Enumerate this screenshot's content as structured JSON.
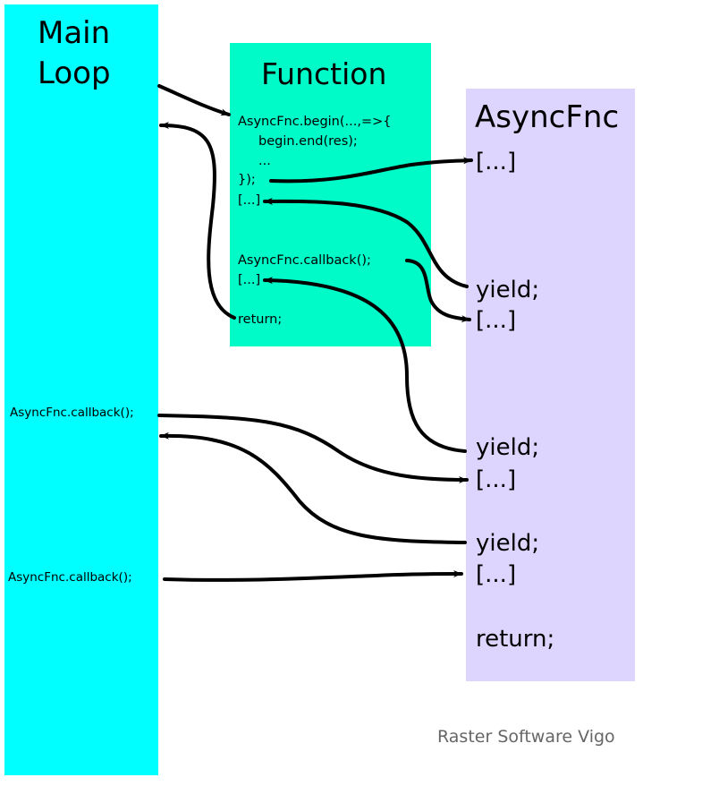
{
  "main_loop": {
    "title_line1": "Main",
    "title_line2": "Loop",
    "callback1": "AsyncFnc.callback();",
    "callback2": "AsyncFnc.callback();",
    "color": "#00ffff"
  },
  "function": {
    "title": "Function",
    "lines": [
      "AsyncFnc.begin(...,=>{",
      "begin.end(res);",
      "...",
      "});",
      "[...]",
      "AsyncFnc.callback();",
      "[...]",
      "return;"
    ],
    "color": "#00fac8"
  },
  "asyncfnc": {
    "title": "AsyncFnc",
    "lines": [
      "[...]",
      "yield;",
      "[...]",
      "yield;",
      "[...]",
      "yield;",
      "[...]",
      "return;"
    ],
    "color": "#ddd5fd"
  },
  "credit": "Raster Software Vigo"
}
